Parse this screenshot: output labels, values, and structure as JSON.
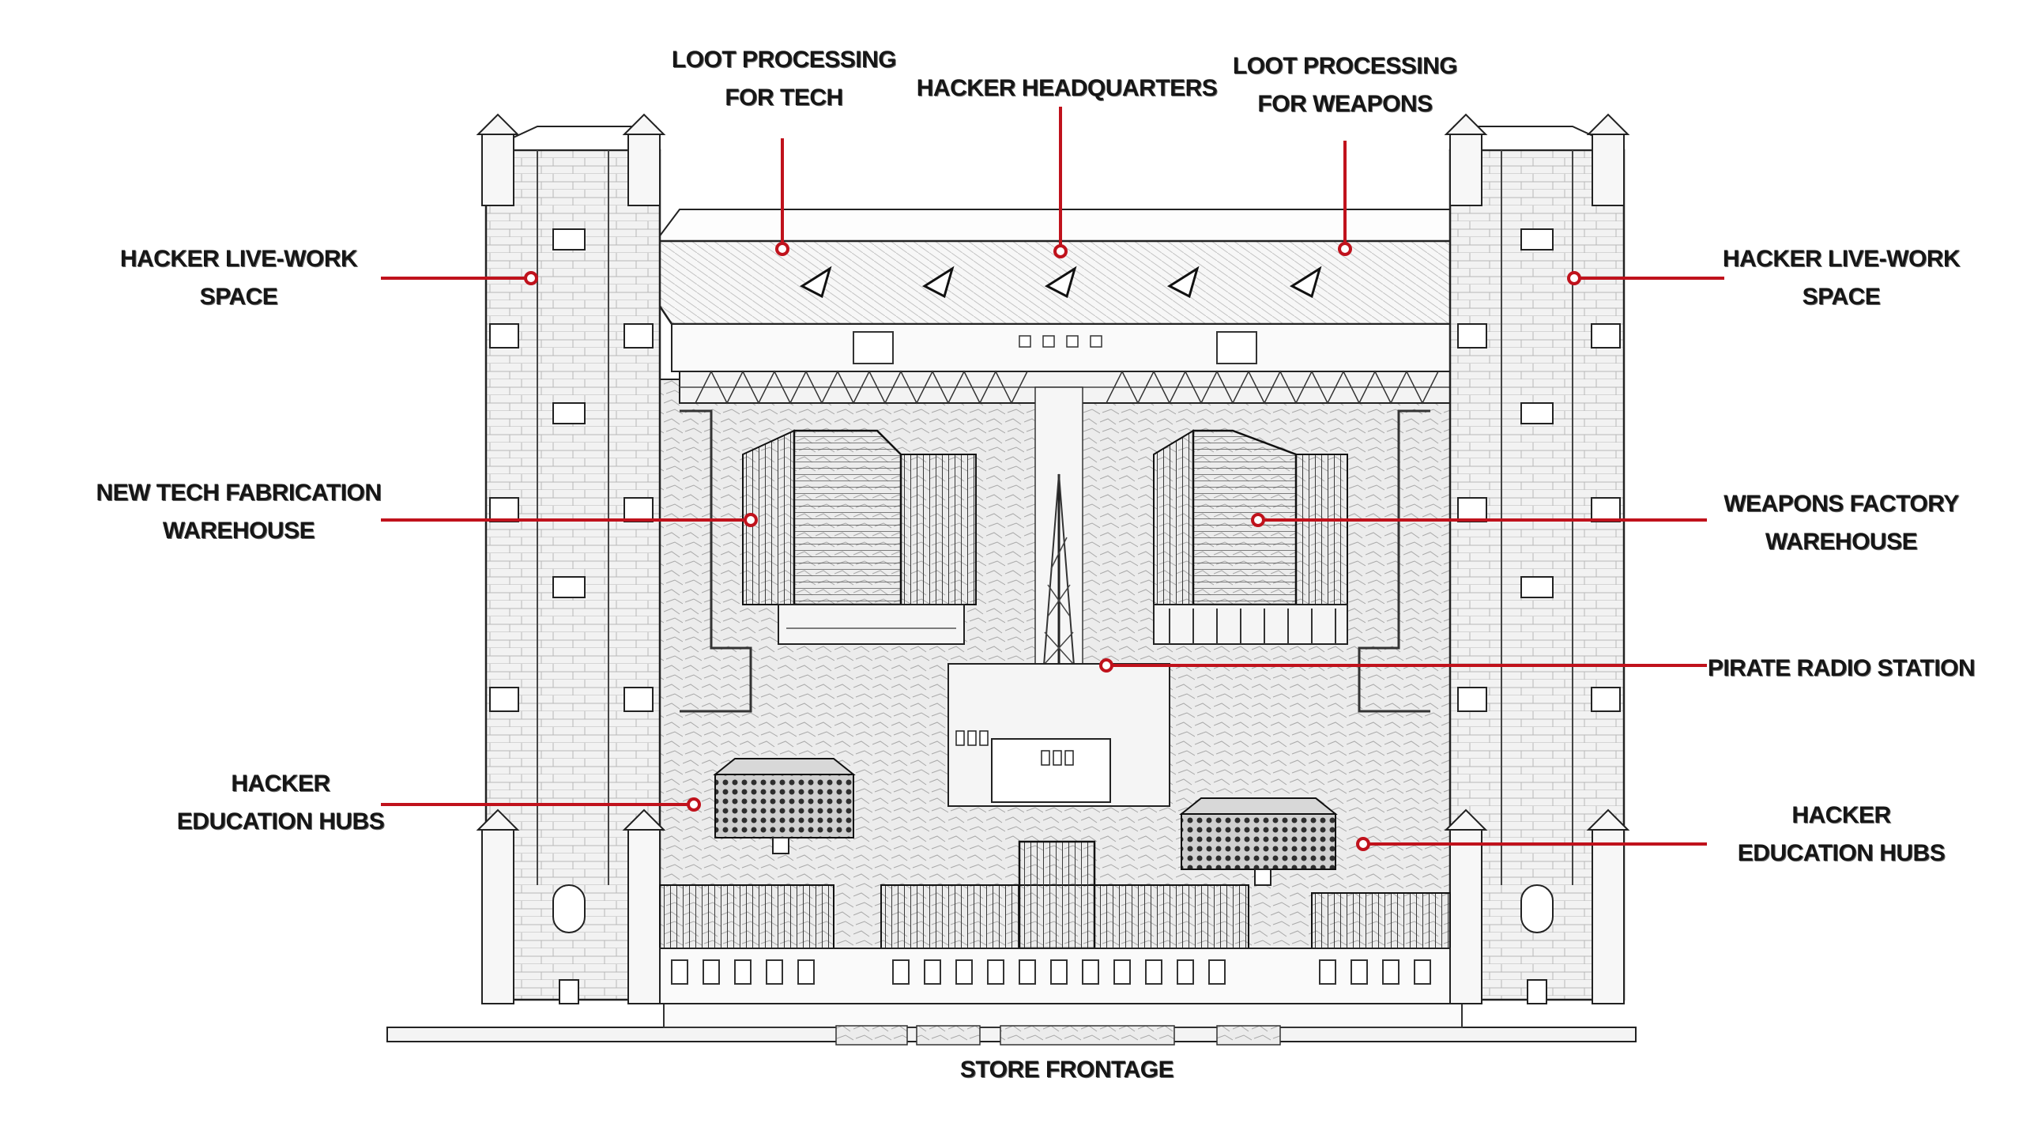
{
  "diagram": {
    "accent_color": "#c0121c",
    "labels": {
      "loot_tech": [
        "LOOT PROCESSING",
        "FOR TECH"
      ],
      "hacker_hq": [
        "HACKER HEADQUARTERS"
      ],
      "loot_weapons": [
        "LOOT PROCESSING",
        "FOR WEAPONS"
      ],
      "live_work_left": [
        "HACKER LIVE-WORK",
        "SPACE"
      ],
      "live_work_right": [
        "HACKER LIVE-WORK",
        "SPACE"
      ],
      "new_tech_fab": [
        "NEW TECH FABRICATION",
        "WAREHOUSE"
      ],
      "weapons_factory": [
        "WEAPONS FACTORY",
        "WAREHOUSE"
      ],
      "pirate_radio": [
        "PIRATE RADIO STATION"
      ],
      "edu_hubs_left": [
        "HACKER",
        "EDUCATION HUBS"
      ],
      "edu_hubs_right": [
        "HACKER",
        "EDUCATION HUBS"
      ],
      "store_frontage": [
        "STORE FRONTAGE"
      ]
    }
  }
}
